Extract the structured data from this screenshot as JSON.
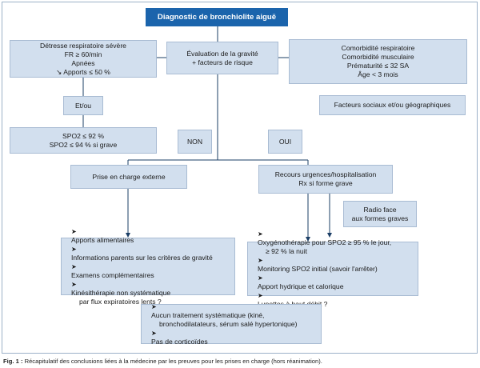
{
  "title": "Diagnostic de bronchiolite aiguë",
  "left_top": {
    "lines": [
      "Détresse respiratoire sévère",
      "FR ≥ 60/min",
      "Apnées",
      "↘ Apports ≤ 50 %"
    ]
  },
  "center_top": {
    "lines": [
      "Évaluation de la gravité",
      "+ facteurs de risque"
    ]
  },
  "right_top": {
    "lines": [
      "Comorbidité respiratoire",
      "Comorbidité musculaire",
      "Prématurité ≤ 32 SA",
      "Âge < 3 mois"
    ]
  },
  "etou": "Et/ou",
  "facteurs": "Facteurs sociaux et/ou géographiques",
  "spo2": {
    "lines": [
      "SPO2 ≤ 92 %",
      "SPO2 ≤ 94 % si grave"
    ]
  },
  "non": "NON",
  "oui": "OUI",
  "prise_en_charge": "Prise en charge externe",
  "recours": {
    "lines": [
      "Recours urgences/hospitalisation",
      "Rx si forme grave"
    ]
  },
  "radio": {
    "lines": [
      "Radio face",
      "aux formes graves"
    ]
  },
  "list_left": {
    "items": [
      {
        "text": "Apports alimentaires"
      },
      {
        "text": "Informations parents sur les critères de gravité"
      },
      {
        "text": "Examens complémentaires"
      },
      {
        "text": "Kinésithérapie non systématique",
        "cont": "par flux expiratoires lents ?"
      }
    ]
  },
  "list_right": {
    "items": [
      {
        "text": "Oxygénothérapie pour SPO2 ≥ 95 % le jour,",
        "cont": "≥ 92 % la nuit"
      },
      {
        "text": "Monitoring SPO2 initial (savoir l'arrêter)"
      },
      {
        "text": "Apport hydrique et calorique"
      },
      {
        "text": "Lunettes à haut débit ?"
      }
    ]
  },
  "list_bottom": {
    "items": [
      {
        "text": "Aucun traitement systématique (kiné,",
        "cont": "bronchodilatateurs, sérum salé hypertonique)"
      },
      {
        "text": "Pas de corticoïdes"
      }
    ]
  },
  "caption": {
    "label": "Fig. 1 :",
    "text": "Récapitulatif des conclusions liées à la médecine par les preuves pour les prises en charge (hors réanimation)."
  },
  "colors": {
    "title_bg": "#1b64ac",
    "box_bg": "#d2dfee",
    "line": "#1b3f66"
  }
}
